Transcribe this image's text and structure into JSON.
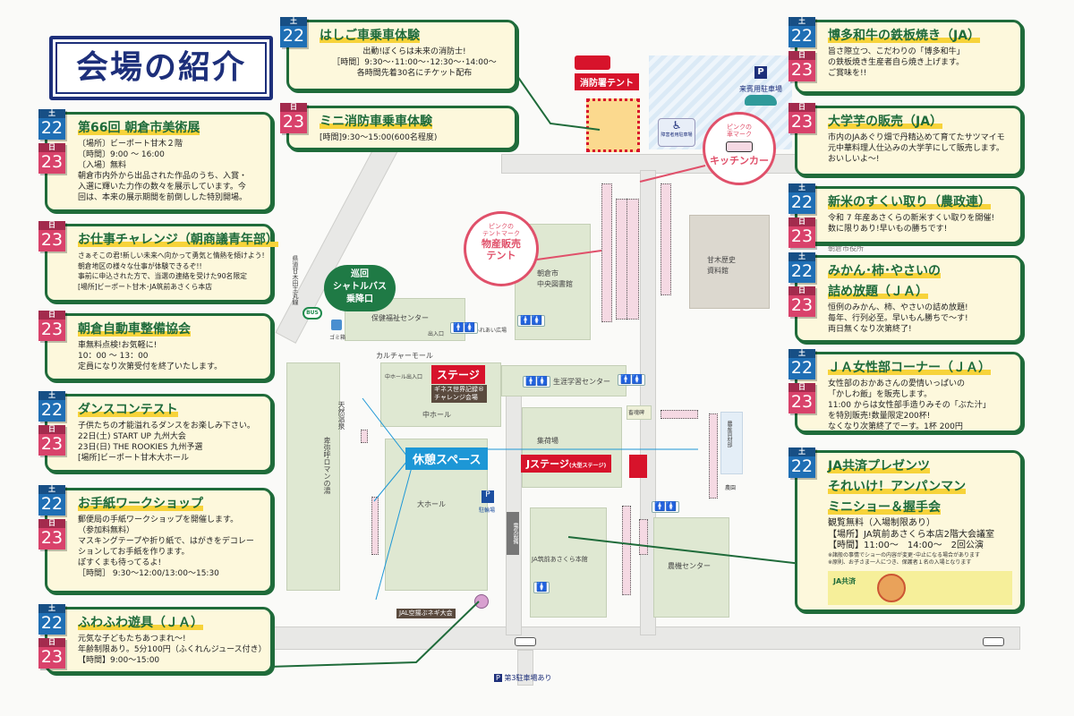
{
  "page_title": "会場の紹介",
  "colors": {
    "green": "#1f6b3a",
    "saturday": "#1f6fb5",
    "sunday": "#d9426b",
    "cream": "#fdf8dc",
    "stage_red": "#d7132b",
    "rest_blue": "#1d97d6"
  },
  "days": {
    "sat_dow": "土",
    "sat_num": "22",
    "sun_dow": "日",
    "sun_num": "23"
  },
  "cards": [
    {
      "id": "art",
      "days": [
        "sat",
        "sun"
      ],
      "title": [
        "第66回 朝倉市美術展"
      ],
      "body": [
        "〔場所〕ビーポート甘木２階",
        "〔時間〕9:00 ～ 16:00",
        "〔入場〕無料",
        "朝倉市内外から出品された作品のうち、入賞・",
        "入選に輝いた力作の数々を展示しています。今",
        "回は、本来の展示期間を前倒しした特別開場。"
      ]
    },
    {
      "id": "job",
      "days": [
        "sun"
      ],
      "title": [
        "お仕事チャレンジ（朝商議青年部）"
      ],
      "body": [
        "さぁそこの君!新しい未来へ向かって勇気と情熱を傾けよう!",
        "朝倉地区の様々な仕事が体験できるぞ!!",
        "事前に申込された方で、当選の連絡を受けた90名限定",
        "[場所]ビーポート甘木･JA筑前あさくら本店"
      ]
    },
    {
      "id": "car",
      "days": [
        "sun"
      ],
      "title": [
        "朝倉自動車整備協会"
      ],
      "body": [
        "車無料点検!お気軽に!",
        "10：00 ～ 13：00",
        "定員になり次第受付を終了いたします。"
      ]
    },
    {
      "id": "dance",
      "days": [
        "sat",
        "sun"
      ],
      "title": [
        "ダンスコンテスト"
      ],
      "body": [
        "子供たちの才能溢れるダンスをお楽しみ下さい。",
        "22日(土) START UP 九州大会",
        "23日(日) THE ROOKIES 九州予選",
        "[場所]ビーポート甘木大ホール"
      ]
    },
    {
      "id": "letter",
      "days": [
        "sat",
        "sun"
      ],
      "title": [
        "お手紙ワークショップ"
      ],
      "body": [
        "郵便局の手紙ワークショップを開催します。",
        "（参加料無料）",
        "マスキングテープや折り紙で、はがきをデコレー",
        "ションしてお手紙を作ります。",
        "ぽすくまも待ってるよ!",
        "［時間］ 9:30～12:00/13:00～15:30"
      ]
    },
    {
      "id": "fuwa",
      "days": [
        "sat",
        "sun"
      ],
      "title": [
        "ふわふわ遊具（ＪＡ）"
      ],
      "body": [
        "元気な子どもたちあつまれ～!",
        "年齢制限あり。5分100円（ふくれんジュース付き）",
        "【時間】9:00～15:00"
      ]
    },
    {
      "id": "ladder",
      "days": [
        "sat"
      ],
      "title": [
        "はしご車乗車体験"
      ],
      "body": [
        "出動!ぼくらは未来の消防士!",
        "［時間］9:30～･11:00～･12:30～･14:00～",
        "各時間先着30名にチケット配布"
      ]
    },
    {
      "id": "minifire",
      "days": [
        "sun"
      ],
      "title": [
        "ミニ消防車乗車体験"
      ],
      "body": [
        "[時間]9:30～15:00(600名程度)"
      ]
    },
    {
      "id": "beef",
      "days": [
        "sat",
        "sun"
      ],
      "title": [
        "博多和牛の鉄板焼き（JA）"
      ],
      "body": [
        "旨さ際立つ、こだわりの「博多和牛」",
        "の鉄板焼き生産者自ら焼き上げます。",
        "ご賞味を!!"
      ]
    },
    {
      "id": "imo",
      "days": [
        "sun"
      ],
      "title": [
        "大学芋の販売（JA）"
      ],
      "body": [
        "市内のJAあぐり畑で丹精込めて育てたサツマイモ",
        "元中華料理人仕込みの大学芋にして販売します。",
        "おいしいよ～!"
      ]
    },
    {
      "id": "rice",
      "days": [
        "sat",
        "sun"
      ],
      "title": [
        "新米のすくい取り（農政連）"
      ],
      "body": [
        "令和 7 年産あさくらの新米すくい取りを開催!",
        "数に限りあり!早いもの勝ちです!"
      ]
    },
    {
      "id": "mikan",
      "days": [
        "sat",
        "sun"
      ],
      "title": [
        "みかん･柿･やさいの",
        "詰め放題（ＪＡ）"
      ],
      "body": [
        "恒例のみかん、柿、やさいの詰め放題!",
        "毎年、行列必至。早いもん勝ちで～す!",
        "両日無くなり次第終了!"
      ]
    },
    {
      "id": "women",
      "days": [
        "sat",
        "sun"
      ],
      "title": [
        "ＪＡ女性部コーナー（ＪＡ）"
      ],
      "body": [
        "女性部のおかあさんの愛情いっぱいの",
        "「かしわ飯」を販売します。",
        "11:00 からは女性部手造りみその「ぶた汁」",
        "を特別販売!数量限定200杯!",
        "なくなり次第終了でーす。1杯 200円"
      ]
    },
    {
      "id": "anpan",
      "days": [
        "sat"
      ],
      "title": [
        "JA共済プレゼンツ",
        "それいけ！アンパンマン",
        "ミニショー＆握手会"
      ],
      "body": [
        "観覧無料（入場制限あり）",
        "【場所】JA筑前あさくら本店2階大会議室",
        "【時間】11:00～　14:00～　2回公演"
      ],
      "notes": [
        "※諸般の事情でショーの内容が変更･中止になる場合があります",
        "※原則、お子さま一人につき、保護者１名の入場となります"
      ],
      "logo": "JA共済"
    }
  ],
  "map": {
    "fire_tent": "消防署テント",
    "guest_parking": "来賓用駐車場",
    "accessible_parking": "障害者用駐車場",
    "kitchen_car": {
      "small": [
        "ピンクの",
        "車マーク"
      ],
      "big": "キッチンカー"
    },
    "product_tent": {
      "small": [
        "ピンクの",
        "テントマーク"
      ],
      "big": [
        "物産販売",
        "テント"
      ]
    },
    "shuttle": [
      "巡回",
      "シャトルバス",
      "乗降口"
    ],
    "bus": "BUS",
    "trash": "ゴミ箱",
    "road_name": "県道甘木田主丸線",
    "library": [
      "朝倉市",
      "中央図書館"
    ],
    "health_center": "保健福祉センター",
    "entrance": "出入口",
    "fureai": "ふれあい広場",
    "culture_mall": "カルチャーモール",
    "mid_hall_entrance": "中ホール出入口",
    "stage": "ステージ",
    "guinness": [
      "ギネス世界記録®",
      "チャレンジ会場"
    ],
    "mid_hall": "中ホール",
    "lifelong": "生涯学習センター",
    "onsen": "天然温泉",
    "romance": "卑弥呼ロマンの湯",
    "rest_space": "休憩スペース",
    "big_hall": "大ホール",
    "bike_parking": "駐輪場",
    "shukaba": "集荷場",
    "j_stage": "Jステージ",
    "j_stage_sub": "(大型ステージ)",
    "chikukon": "畜魂碑",
    "materials": "農産資材部",
    "ja_main": "JA筑前あさくら本館",
    "machine_center": "農機センター",
    "jal": "JAL空揚ぶネギ大会",
    "history_museum": [
      "甘木歴史",
      "資料館"
    ],
    "city_office": "朝倉市役所",
    "third_parking": "第3駐車場あり",
    "parking_p": "P",
    "elec": "電気設備",
    "noen": "農園"
  }
}
